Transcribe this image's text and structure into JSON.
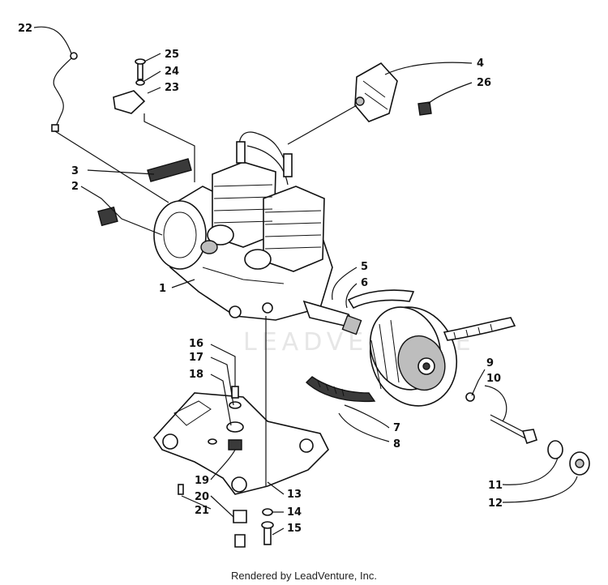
{
  "watermark": "LEADVENTURE",
  "footer": "Rendered by LeadVenture, Inc.",
  "callouts": {
    "c1": "1",
    "c2": "2",
    "c3": "3",
    "c4": "4",
    "c5": "5",
    "c6": "6",
    "c7": "7",
    "c8": "8",
    "c9": "9",
    "c10": "10",
    "c11": "11",
    "c12": "12",
    "c13": "13",
    "c14": "14",
    "c15": "15",
    "c16": "16",
    "c17": "17",
    "c18": "18",
    "c19": "19",
    "c20": "20",
    "c21": "21",
    "c22": "22",
    "c23": "23",
    "c24": "24",
    "c25": "25",
    "c26": "26"
  }
}
